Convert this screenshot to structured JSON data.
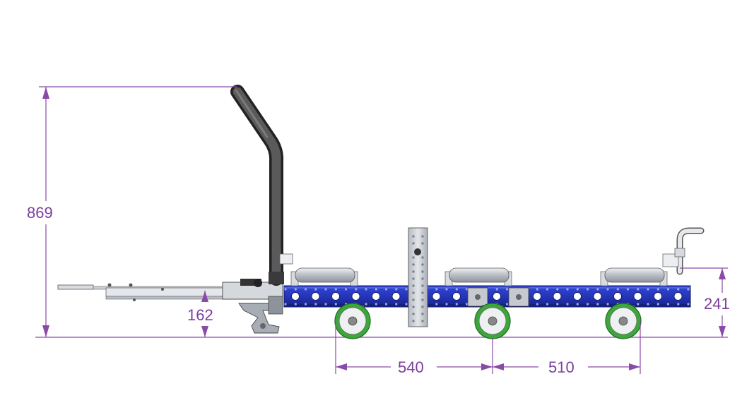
{
  "dimensions": {
    "overall_height": "869",
    "tow_bar_height": "162",
    "frame_height": "241",
    "wheelbase_front": "540",
    "wheelbase_rear": "510"
  },
  "colors": {
    "dimension": "#8a4aa8",
    "frame_blue": "#2a3fc9",
    "frame_dark": "#1a2790",
    "wheel_green": "#3ca83c",
    "handle": "#4a4a4a",
    "roller": "#c9ccd2"
  }
}
